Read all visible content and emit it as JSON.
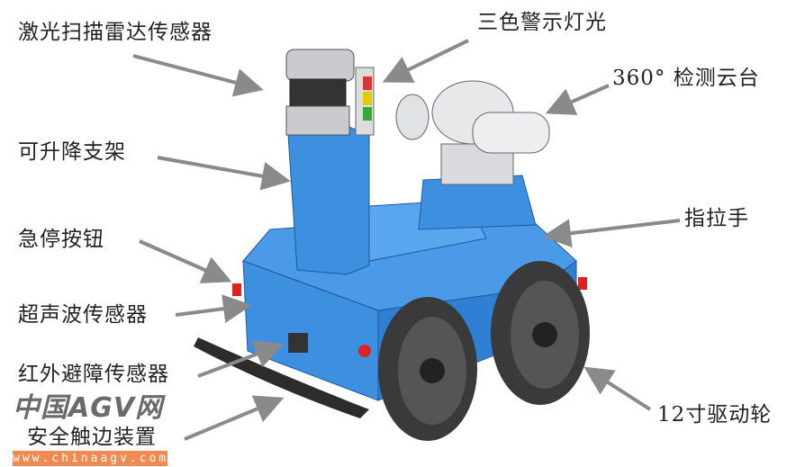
{
  "labels": {
    "lidar": "激光扫描雷达传感器",
    "warning_light": "三色警示灯光",
    "ptz": "360° 检测云台",
    "lift": "可升降支架",
    "handle": "指拉手",
    "estop": "急停按钮",
    "ultrasonic": "超声波传感器",
    "infrared": "红外避障传感器",
    "wheel": "12寸驱动轮",
    "bumper": "安全触边装置"
  },
  "watermark": {
    "logo": "中国AGV网",
    "url": "www.chinaagv.com"
  },
  "colors": {
    "body": "#3d8fe0",
    "body_dark": "#2a6fc0",
    "arrow": "#8a8a8a",
    "tire": "#3a3a3a"
  }
}
